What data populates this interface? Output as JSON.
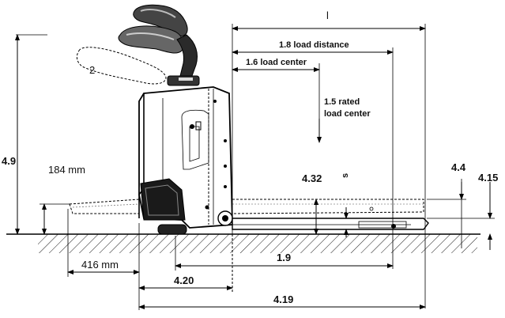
{
  "labels": {
    "l": "l",
    "load_distance": "1.8 load distance",
    "load_center": "1.6 load center",
    "rated_line1": "1.5 rated",
    "rated_line2": "load center",
    "dim_4_9": "4.9",
    "dim_184": "184 mm",
    "dim_4_32": "4.32",
    "s": "s",
    "dim_4_4": "4.4",
    "dim_4_15": "4.15",
    "dim_416": "416 mm",
    "dim_1_9": "1.9",
    "dim_4_20": "4.20",
    "dim_4_19": "4.19",
    "handle_mark": "2"
  }
}
